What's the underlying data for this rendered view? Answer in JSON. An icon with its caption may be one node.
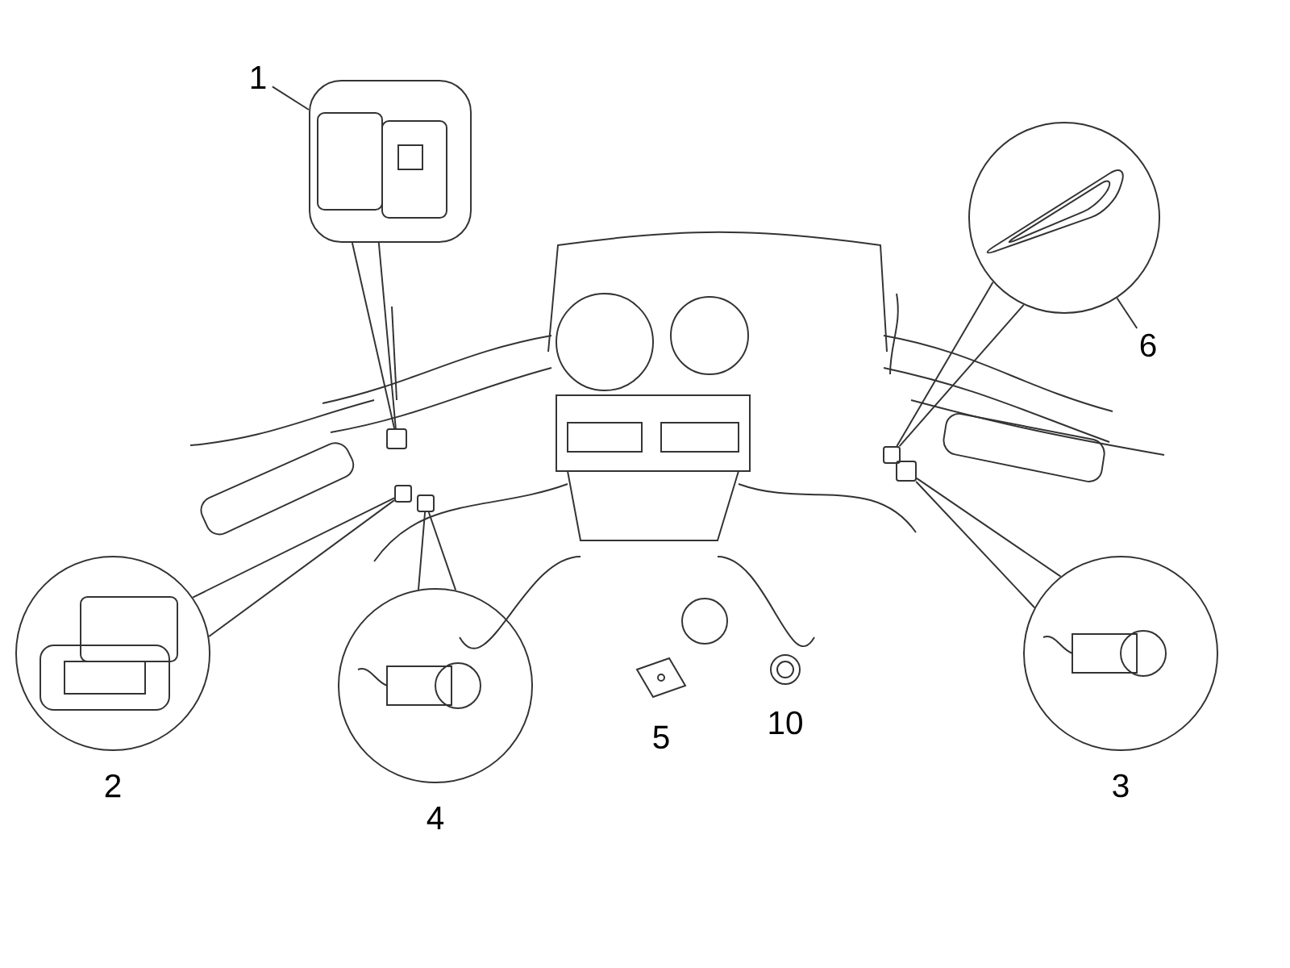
{
  "diagram": {
    "nodes": [
      {
        "text": [
          "1"
        ]
      },
      {
        "text": [],
        "shape": "picture"
      },
      {
        "text": [],
        "shape": "box"
      },
      {
        "text": [],
        "shape": "picture",
        "beside": [
          "2"
        ]
      },
      {
        "text": [],
        "shape": "box"
      },
      {
        "text": [],
        "shape": "picture",
        "beside": [
          "4"
        ]
      },
      {
        "text": [],
        "shape": "box"
      },
      {
        "text": [],
        "shape": "picture",
        "beside": [
          "3"
        ]
      },
      {
        "text": [],
        "shape": "box"
      },
      {
        "text": [
          "6"
        ]
      },
      {
        "text": [],
        "shape": "picture"
      },
      {
        "text": [],
        "shape": "box"
      },
      {
        "text": [],
        "shape": "picture",
        "beside": [
          "5"
        ]
      },
      {
        "text": [],
        "shape": "picture",
        "beside": [
          "10"
        ]
      }
    ],
    "edges": [
      {
        "from": 0,
        "to": 1,
        "arrow": "none"
      },
      {
        "from": 1,
        "to": 2,
        "arrow": "none"
      },
      {
        "from": 1,
        "to": 2,
        "arrow": "none"
      },
      {
        "from": 3,
        "to": 4,
        "arrow": "none"
      },
      {
        "from": 3,
        "to": 4,
        "arrow": "none"
      },
      {
        "from": 5,
        "to": 6,
        "arrow": "none"
      },
      {
        "from": 5,
        "to": 6,
        "arrow": "none"
      },
      {
        "from": 7,
        "to": 8,
        "arrow": "none"
      },
      {
        "from": 7,
        "to": 8,
        "arrow": "none"
      },
      {
        "from": 9,
        "to": 10,
        "arrow": "none"
      },
      {
        "from": 10,
        "to": 11,
        "arrow": "none"
      },
      {
        "from": 10,
        "to": 11,
        "arrow": "none"
      }
    ]
  }
}
